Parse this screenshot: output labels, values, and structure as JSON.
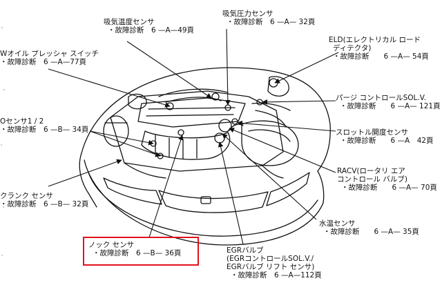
{
  "labels": {
    "intake_temp": {
      "name": "吸気温度センサ",
      "ref": "故障診断　6 —A—49頁"
    },
    "map_sensor": {
      "name": "吸気圧力センサ",
      "ref": "故障診断　6 —A— 32頁"
    },
    "eld": {
      "name": "ELD(エレクトリカル ロード",
      "name2": "ディテクタ)",
      "ref": "故障診断　　6 —A— 54頁"
    },
    "oil_pressure": {
      "name": "Wオイル プレッシャ スイッチ",
      "ref": "故障診断　6 —A—77頁"
    },
    "purge": {
      "name": "パージ コントロールSOL.V.",
      "ref": "故障診断　　6 —A— 121頁"
    },
    "o2_sensor": {
      "name": "Oセンサ1 / 2",
      "ref": "故障診断　6 —B— 34頁"
    },
    "throttle": {
      "name": "スロットル開度センサ",
      "ref": "故障診断　　6 —A　42頁"
    },
    "racv": {
      "name": "RACV(ロータリ エア",
      "name2": "コントロール バルブ)",
      "ref": "故障診断　　6 —A— 70頁"
    },
    "crank": {
      "name": "クランク センサ",
      "ref": "故障診断　6 —B— 32頁"
    },
    "coolant": {
      "name": "水温センサ",
      "ref": "故障診断　　6 —A— 35頁"
    },
    "knock": {
      "name": "ノック センサ",
      "ref": "故障診断　6 —B— 36頁"
    },
    "egr": {
      "name": "EGRバルブ",
      "name2": "(EGRコントロールSOL.V./",
      "name3": "EGRバルブ リフト センサ)",
      "ref": "故障診断　6 —A—112頁"
    }
  },
  "highlight_color": "#e0101b"
}
